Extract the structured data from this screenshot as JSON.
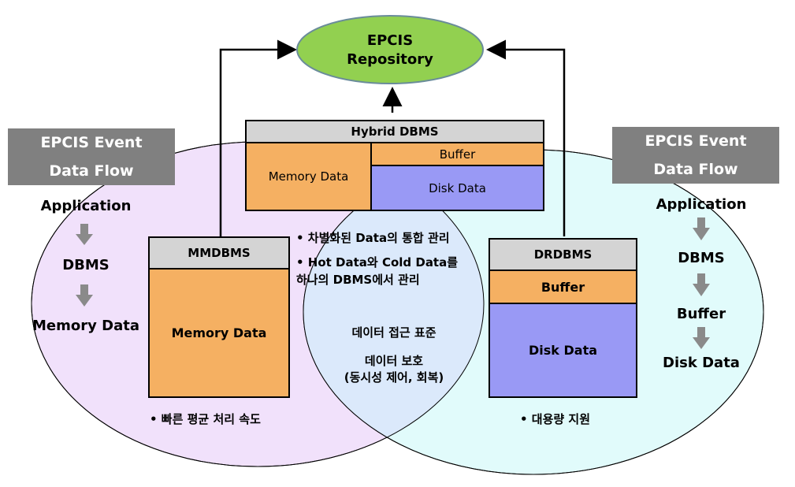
{
  "repository": {
    "line1": "EPCIS",
    "line2": "Repository"
  },
  "left_flow": {
    "title_line1": "EPCIS Event",
    "title_line2": "Data Flow",
    "steps": [
      "Application",
      "DBMS",
      "Memory Data"
    ]
  },
  "right_flow": {
    "title_line1": "EPCIS Event",
    "title_line2": "Data Flow",
    "steps": [
      "Application",
      "DBMS",
      "Buffer",
      "Disk Data"
    ]
  },
  "hybrid": {
    "header": "Hybrid DBMS",
    "memory": "Memory Data",
    "buffer": "Buffer",
    "disk": "Disk Data"
  },
  "mmdbms": {
    "header": "MMDBMS",
    "memory": "Memory Data",
    "note": "• 빠른 평균 처리 속도"
  },
  "drdbms": {
    "header": "DRDBMS",
    "buffer": "Buffer",
    "disk": "Disk Data",
    "note": "• 대용량 지원"
  },
  "center_notes": {
    "bullet1": "• 차별화된 Data의 통합 관리",
    "bullet2_line1": "• Hot Data와 Cold Data를",
    "bullet2_line2": "하나의 DBMS에서 관리",
    "item1": "데이터 접근 표준",
    "item2_line1": "데이터 보호",
    "item2_line2": "(동시성 제어, 회복)"
  },
  "colors": {
    "left_circle": "#f1e1fb",
    "right_circle": "#e1fbfb",
    "overlap": "#dbe9fb",
    "repository_fill": "#92d050",
    "memory_fill": "#f5b062",
    "disk_fill": "#9999f5",
    "header_fill": "#d4d4d4",
    "gray_box": "#808080"
  }
}
